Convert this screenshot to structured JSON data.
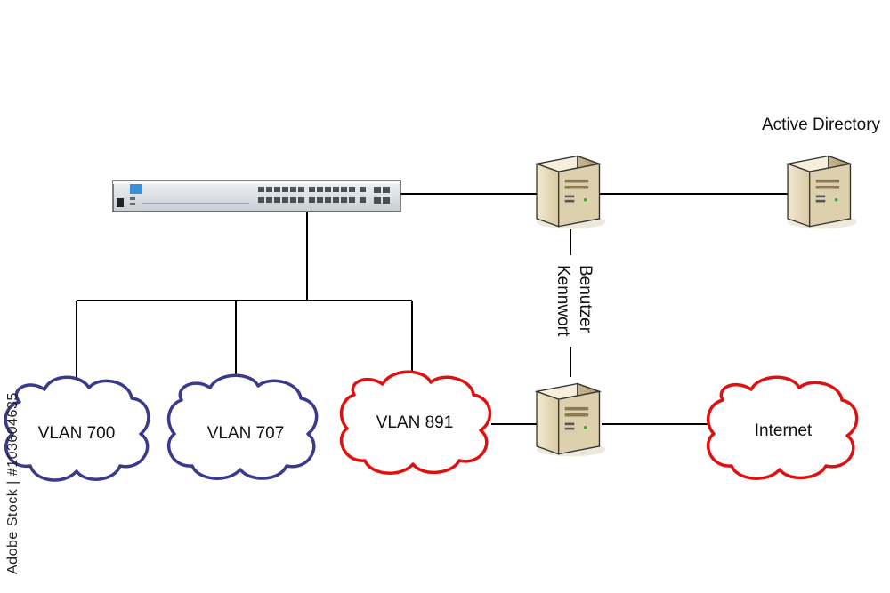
{
  "labels": {
    "active_directory": "Active Directory",
    "credentials_line1": "Benutzer",
    "credentials_line2": "Kennwort",
    "internet": "Internet",
    "stock_credit": "Adobe Stock | #103604635"
  },
  "vlans": [
    {
      "name": "VLAN 700",
      "color": "#3a3a8c"
    },
    {
      "name": "VLAN 707",
      "color": "#3a3a8c"
    },
    {
      "name": "VLAN 891",
      "color": "#e01010"
    }
  ],
  "colors": {
    "line": "#000000",
    "cloud_blue": "#3a3a8c",
    "cloud_red": "#e01010",
    "server_body": "#e8dcc0",
    "switch_body": "#dfe3e8"
  },
  "icons": {
    "switch": "network-switch-icon",
    "server": "tower-server-icon",
    "cloud": "cloud-icon"
  }
}
